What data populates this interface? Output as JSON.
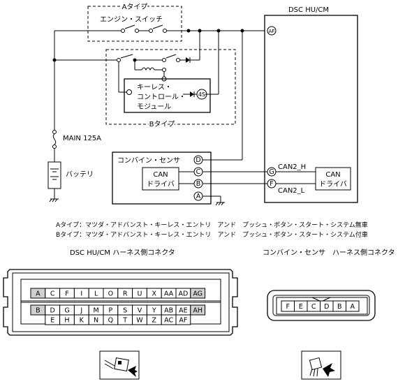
{
  "diagram": {
    "module_title": "DSC HU/CM",
    "type_a_label": "Aタイプ",
    "type_b_label": "Bタイプ",
    "engine_switch": "エンジン・スイッチ",
    "keyless_line1": "キーレス・",
    "keyless_line2": "コントロール・",
    "keyless_line3": "モジュール",
    "keyless_pin": "4S",
    "af_pin": "AF",
    "main_fuse": "MAIN 125A",
    "battery": "バッテリ",
    "combine_sensor": "コンバイン・センサ",
    "can_driver_1": "CAN",
    "can_driver_2": "ドライバ",
    "can2_h": "CAN2_H",
    "can2_l": "CAN2_L",
    "pin_d": "D",
    "pin_c": "C",
    "pin_b": "B",
    "pin_a": "A",
    "pin_g": "G",
    "pin_f": "F"
  },
  "notes": {
    "type_a": "Aタイプ：マツダ・アドバンスト・キーレス・エントリ　アンド　プッシュ・ボタン・スタート・システム無車",
    "type_b": "Bタイプ：マツダ・アドバンスト・キーレス・エントリ　アンド　プッシュ・ボタン・スタート・システム付車"
  },
  "connectors": {
    "dsc_title": "DSC HU/CM ハーネス側コネクタ",
    "combine_title": "コンバイン・センサ　ハーネス側コネクタ",
    "dsc_row1": [
      "A",
      "C",
      "F",
      "I",
      "L",
      "O",
      "R",
      "U",
      "X",
      "AA",
      "AD",
      "AG"
    ],
    "dsc_row2": [
      "B",
      "D",
      "G",
      "J",
      "M",
      "P",
      "S",
      "V",
      "Y",
      "AB",
      "AE",
      "AH"
    ],
    "dsc_row3": [
      "E",
      "H",
      "K",
      "N",
      "Q",
      "T",
      "W",
      "Z",
      "AC",
      "AF"
    ],
    "combine_pins": [
      "F",
      "E",
      "C",
      "D",
      "B",
      "A"
    ]
  }
}
